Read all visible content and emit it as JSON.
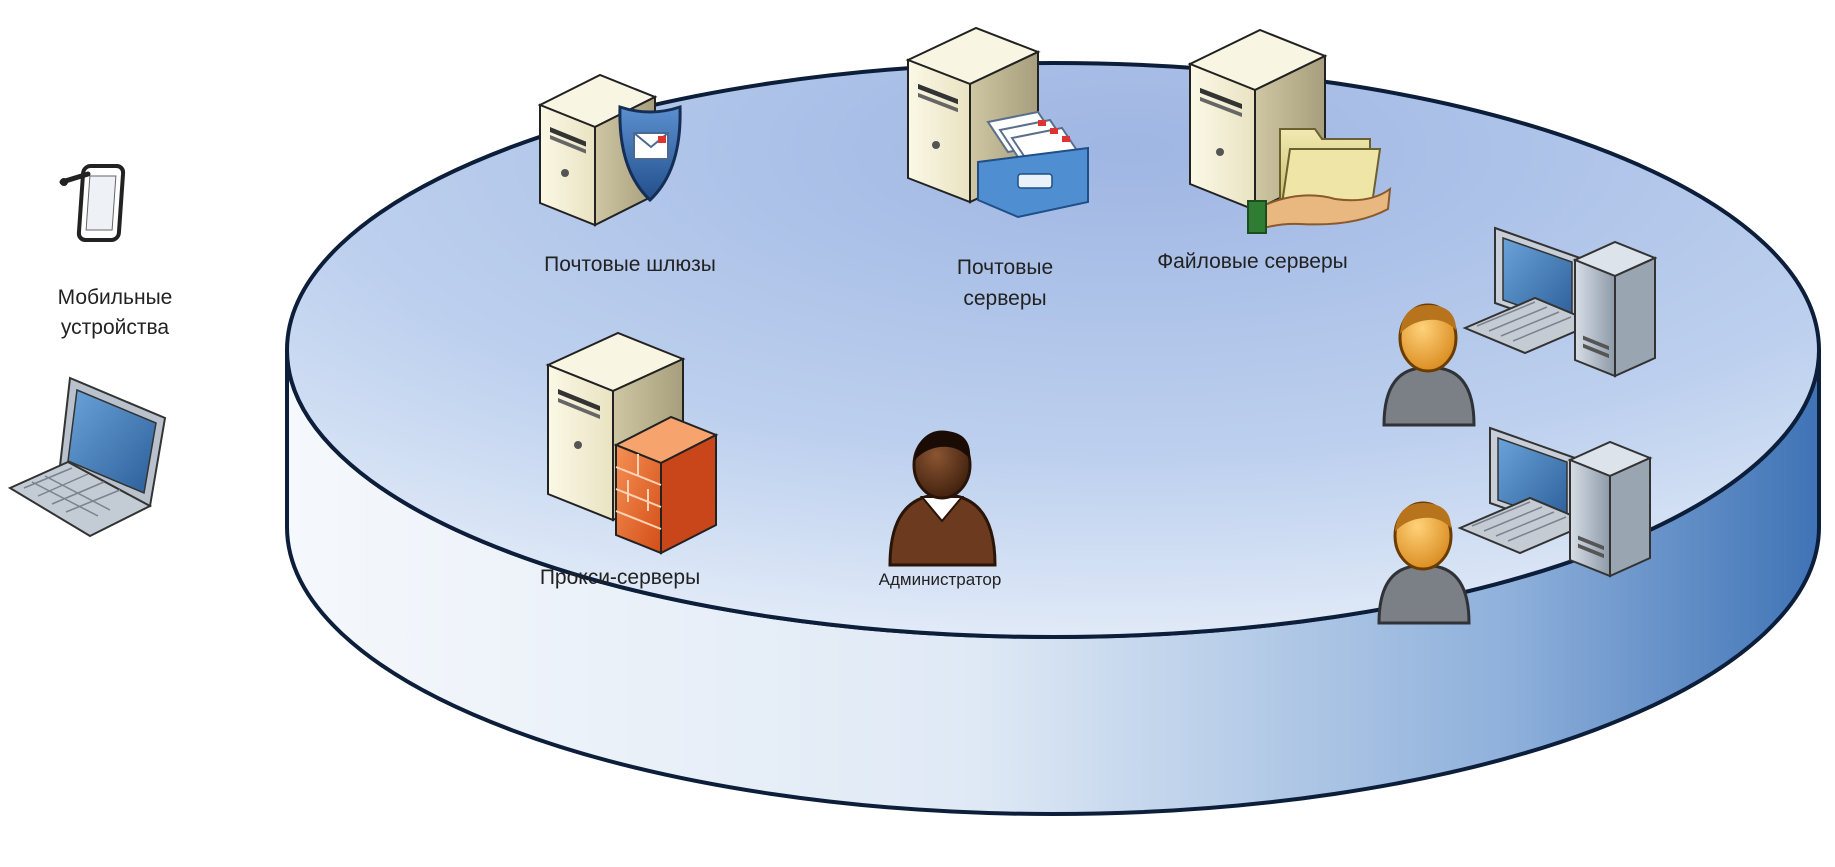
{
  "labels": {
    "mail_gateways": "Почтовые шлюзы",
    "mail_servers_line1": "Почтовые",
    "mail_servers_line2": "серверы",
    "file_servers": "Файловые серверы",
    "proxy_servers": "Прокси-серверы",
    "administrator": "Администратор",
    "mobile_line1": "Мобильные",
    "mobile_line2": "устройства"
  },
  "icons": [
    "tablet-icon",
    "laptop-icon",
    "server-shield-mail-icon",
    "server-mailbox-icon",
    "server-folder-hand-icon",
    "server-firewall-icon",
    "administrator-avatar-icon",
    "user-avatar-icon",
    "workstation-icon"
  ],
  "colors": {
    "platform_top": "#a9c0e8",
    "platform_side_light": "#ffffff",
    "platform_side_dark": "#3f73b6",
    "server_body": "#f4f0d8",
    "shield": "#3a6fb0",
    "firewall": "#e86a2c",
    "folder": "#e8dd9a",
    "user_skin": "#f2b34a",
    "admin_skin": "#6b3a1f"
  }
}
